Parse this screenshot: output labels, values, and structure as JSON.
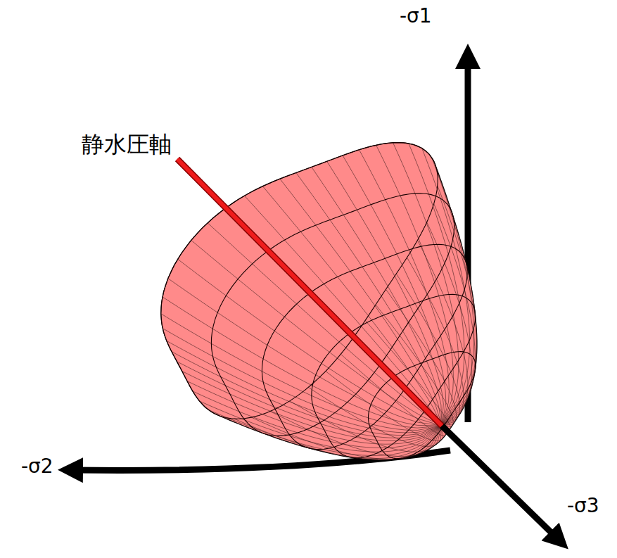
{
  "diagram": {
    "labels": [
      "静水圧軸",
      "-σ1",
      "-σ2",
      "-σ3"
    ]
  }
}
